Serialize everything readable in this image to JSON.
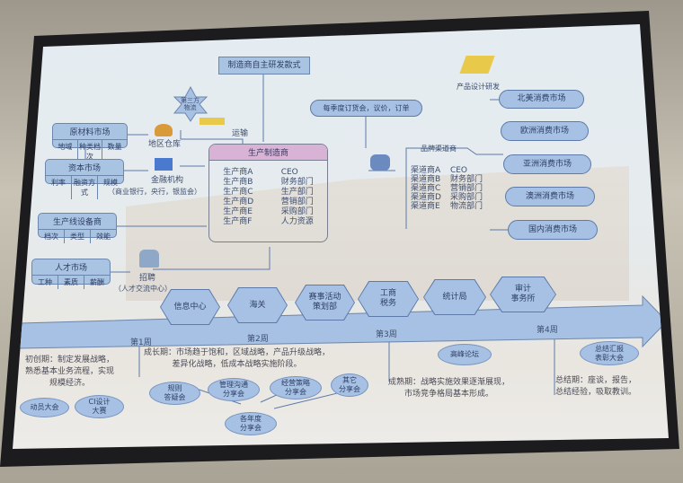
{
  "top": {
    "rnd_style": "制造商自主研发款式",
    "logistics": "第三方\n物流",
    "transport": "运输",
    "warehouse": "地区仓库",
    "finance": "金融机构",
    "finance_sub": "（商业银行，央行，银监会）",
    "recruit": "招聘",
    "recruit_sub": "（人才交流中心）",
    "product_design": "产品设计研发",
    "order_meeting": "每季度订货会，议价，订单"
  },
  "markets_left": [
    {
      "title": "原材料市场",
      "cells": [
        "地域",
        "种类档次",
        "数量"
      ]
    },
    {
      "title": "资本市场",
      "cells": [
        "利率",
        "融资方式",
        "规模"
      ]
    },
    {
      "title": "生产线设备商",
      "cells": [
        "档次",
        "类型",
        "效能"
      ]
    },
    {
      "title": "人才市场",
      "cells": [
        "工种",
        "素质",
        "薪酬"
      ]
    }
  ],
  "manufacturer": {
    "title": "生产制造商",
    "producers": [
      "生产商A",
      "生产商B",
      "生产商C",
      "生产商D",
      "生产商E",
      "生产商F"
    ],
    "departments": [
      "CEO",
      "财务部门",
      "生产部门",
      "营销部门",
      "采购部门",
      "人力资源"
    ]
  },
  "channel": {
    "title": "品牌渠道商",
    "dealers": [
      "渠道商A",
      "渠道商B",
      "渠道商C",
      "渠道商D",
      "渠道商E"
    ],
    "departments": [
      "CEO",
      "财务部门",
      "营销部门",
      "采购部门",
      "物流部门"
    ]
  },
  "consumer_markets": [
    "北美消费市场",
    "欧洲消费市场",
    "亚洲消费市场",
    "澳洲消费市场",
    "国内消费市场"
  ],
  "agencies": [
    "信息中心",
    "海关",
    "赛事活动\n策划部",
    "工商\n税务",
    "统计局",
    "审计\n事务所"
  ],
  "timeline": {
    "weeks": [
      "第1周",
      "第2周",
      "第3周",
      "第4周"
    ],
    "phases": [
      "初创期：制定发展战略，\n熟悉基本业务流程，实现\n规模经济。",
      "成长期：市场趋于饱和，区域战略，产品升级战略，\n差异化战略，低成本战略实施阶段。",
      "成熟期：战略实施效果逐渐展现，\n市场竞争格局基本形成。",
      "总结期：座谈，报告，\n总结经验，吸取教训。"
    ],
    "events": [
      "动员大会",
      "CI设计\n大赛",
      "规则\n答疑会",
      "管理沟通\n分享会",
      "经营策略\n分享会",
      "其它\n分享会",
      "各年度\n分享会",
      "高峰论坛",
      "总结汇报\n表彰大会"
    ]
  },
  "colors": {
    "box": "#a9c3e3",
    "border": "#5d7aa8",
    "header": "#d9b3d6"
  }
}
